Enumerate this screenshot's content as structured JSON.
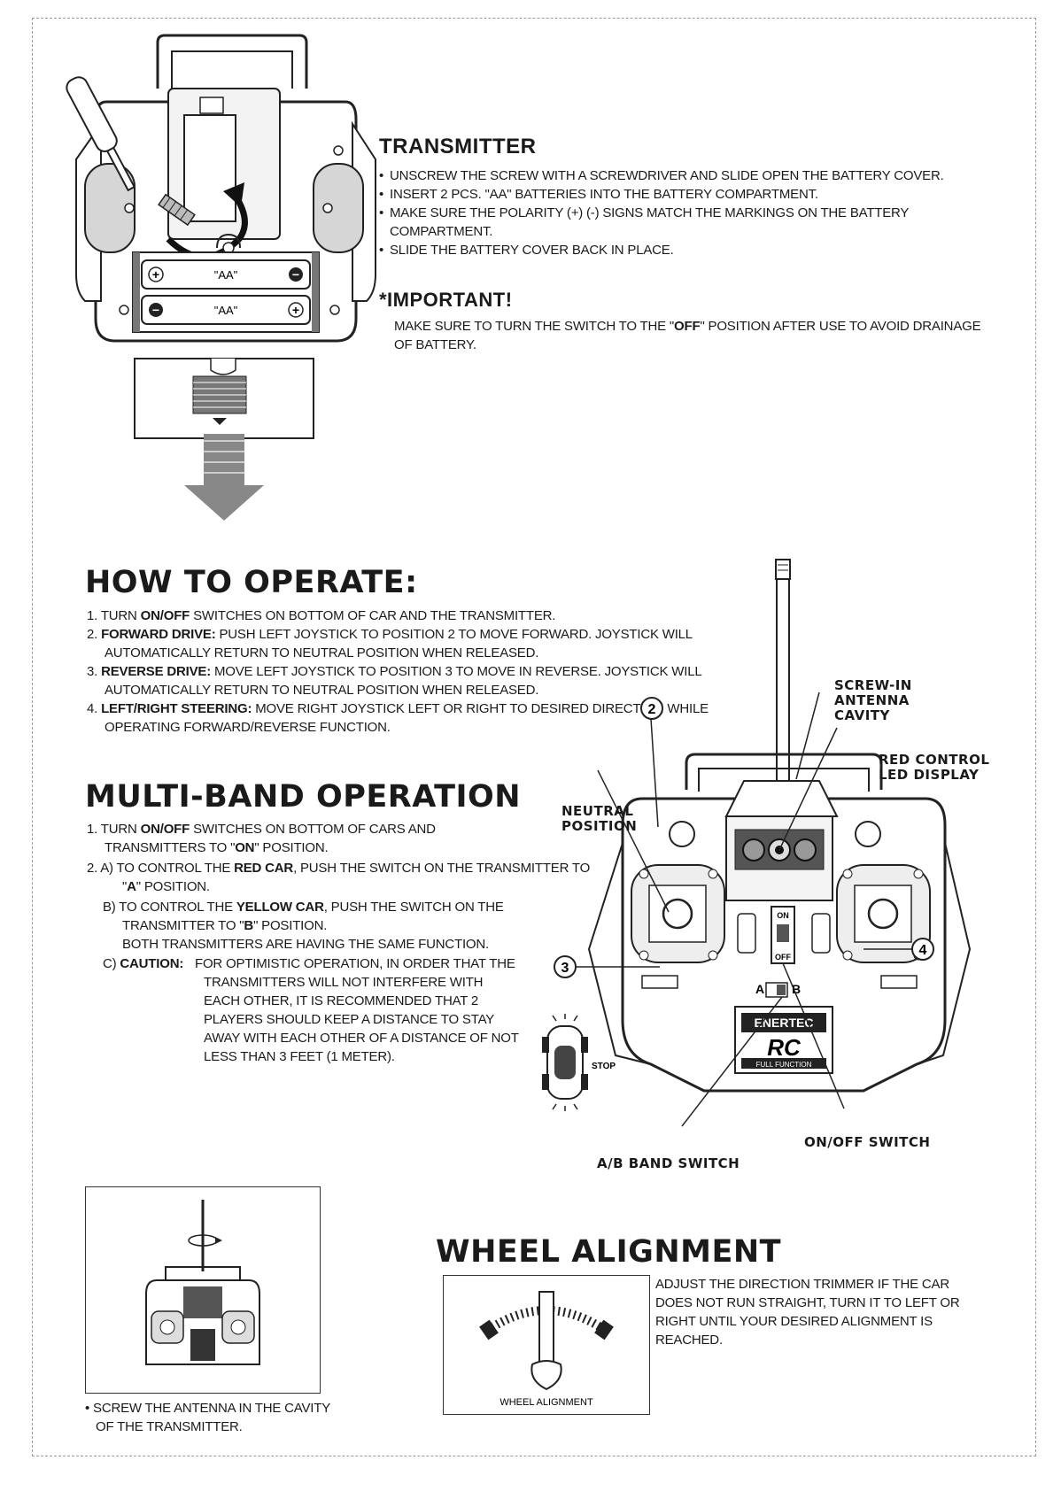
{
  "transmitter": {
    "title": "TRANSMITTER",
    "bullets": [
      "UNSCREW THE SCREW WITH A SCREWDRIVER AND SLIDE OPEN THE BATTERY COVER.",
      "INSERT 2 PCS. \"AA\" BATTERIES INTO THE BATTERY COMPARTMENT.",
      "MAKE SURE THE POLARITY (+) (-) SIGNS MATCH THE MARKINGS ON THE BATTERY COMPARTMENT.",
      "SLIDE THE BATTERY COVER BACK IN PLACE."
    ],
    "important_title": "*IMPORTANT!",
    "important_text_a": "MAKE SURE TO TURN THE SWITCH TO THE \"",
    "important_text_off": "OFF",
    "important_text_b": "\" POSITION AFTER USE TO AVOID DRAINAGE OF BATTERY.",
    "battery_label": "\"AA\""
  },
  "operate": {
    "title": "HOW TO OPERATE:",
    "steps": [
      {
        "num": "1.",
        "pre": "TURN ",
        "bold": "ON/OFF",
        "post": " SWITCHES ON BOTTOM OF CAR AND THE TRANSMITTER."
      },
      {
        "num": "2.",
        "pre": "",
        "bold": "FORWARD DRIVE:",
        "post": " PUSH LEFT JOYSTICK TO POSITION 2 TO MOVE FORWARD. JOYSTICK WILL AUTOMATICALLY RETURN TO NEUTRAL POSITION WHEN RELEASED."
      },
      {
        "num": "3.",
        "pre": "",
        "bold": "REVERSE DRIVE:",
        "post": " MOVE LEFT JOYSTICK TO POSITION 3 TO MOVE IN REVERSE. JOYSTICK WILL AUTOMATICALLY RETURN TO NEUTRAL POSITION WHEN RELEASED."
      },
      {
        "num": "4.",
        "pre": "",
        "bold": "LEFT/RIGHT STEERING:",
        "post": " MOVE RIGHT JOYSTICK LEFT OR RIGHT TO DESIRED DIRECTION WHILE OPERATING FORWARD/REVERSE FUNCTION."
      }
    ]
  },
  "multiband": {
    "title": "MULTI-BAND OPERATION",
    "s1_pre": "1. TURN ",
    "s1_bold": "ON/OFF",
    "s1_mid": " SWITCHES ON BOTTOM OF CARS AND TRANSMITTERS TO \"",
    "s1_on": "ON",
    "s1_post": "\" POSITION.",
    "s2a_pre": "2. A) TO CONTROL THE ",
    "s2a_bold": "RED CAR",
    "s2a_mid": ", PUSH THE SWITCH ON THE TRANSMITTER TO \"",
    "s2a_pos": "A",
    "s2a_post": "\" POSITION.",
    "s2b_pre": "B) TO CONTROL THE ",
    "s2b_bold": "YELLOW CAR",
    "s2b_mid": ", PUSH THE SWITCH ON THE TRANSMITTER TO \"",
    "s2b_pos": "B",
    "s2b_post": "\" POSITION.",
    "s2b_note": "BOTH TRANSMITTERS ARE HAVING THE SAME FUNCTION.",
    "s2c_pre": "C) ",
    "s2c_bold": "CAUTION:",
    "s2c_text": "FOR OPTIMISTIC OPERATION, IN ORDER THAT THE TRANSMITTERS WILL NOT INTERFERE WITH EACH OTHER, IT IS RECOMMENDED THAT 2 PLAYERS SHOULD KEEP A DISTANCE TO STAY AWAY WITH EACH OTHER OF A DISTANCE OF NOT LESS THAN 3 FEET (1 METER).",
    "car_stop": "STOP"
  },
  "diagram": {
    "screw_in": "SCREW-IN ANTENNA CAVITY",
    "red_control": "RED CONTROL LED DISPLAY",
    "neutral": "NEUTRAL POSITION",
    "onoff": "ON/OFF SWITCH",
    "ab_band": "A/B BAND SWITCH",
    "num2": "2",
    "num3": "3",
    "num4": "4",
    "sw_on": "ON",
    "sw_off": "OFF",
    "band_a": "A",
    "band_b": "B",
    "brand": "ENERTEC",
    "brand_sub": "RC",
    "brand_tag": "FULL FUNCTION"
  },
  "antenna": {
    "caption": "SCREW THE ANTENNA IN THE CAVITY OF THE TRANSMITTER."
  },
  "wheel": {
    "title": "WHEEL ALIGNMENT",
    "text": "ADJUST THE DIRECTION TRIMMER IF THE CAR DOES NOT RUN STRAIGHT, TURN IT TO LEFT OR RIGHT UNTIL YOUR DESIRED ALIGNMENT IS REACHED.",
    "box_label": "WHEEL ALIGNMENT"
  }
}
